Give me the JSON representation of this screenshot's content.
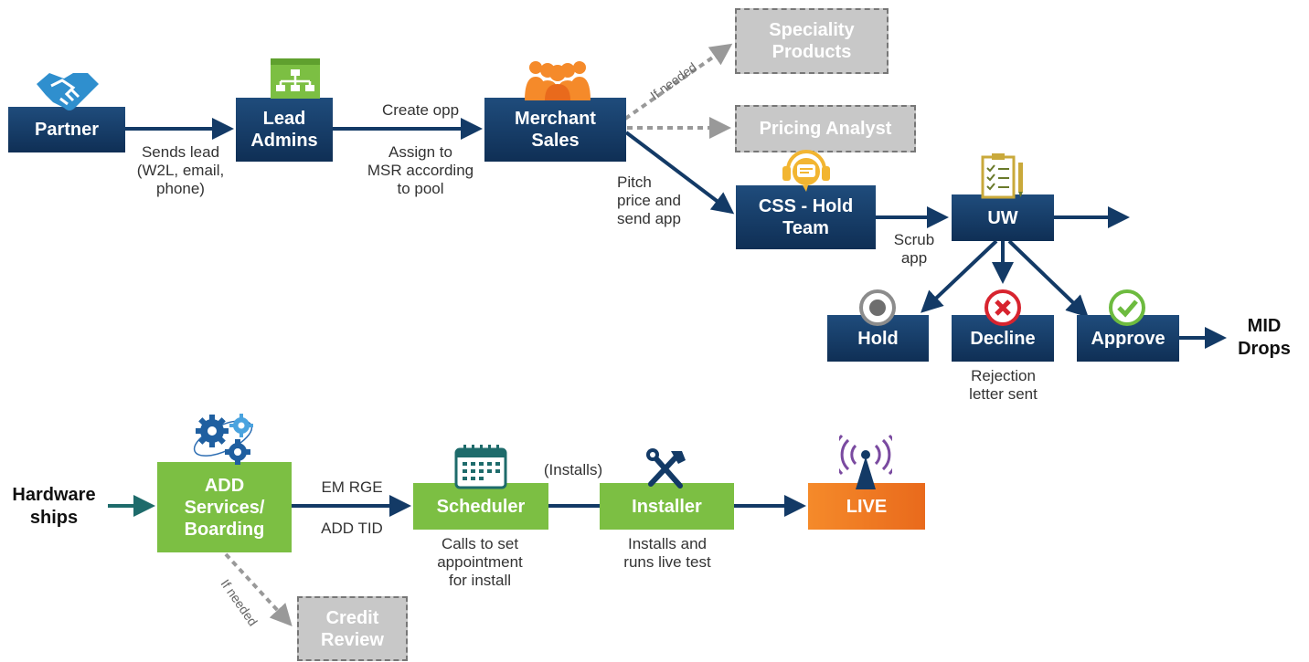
{
  "colors": {
    "navy": "#133a66",
    "green": "#7cbf43",
    "orange": "#f07a22",
    "gray": "#c8c8c8",
    "teal": "#1e6b6b",
    "icon_blue": "#2f8fce"
  },
  "nodes": {
    "partner": "Partner",
    "lead_admins": "Lead\nAdmins",
    "merchant_sales": "Merchant\nSales",
    "speciality_products": "Speciality\nProducts",
    "pricing_analyst": "Pricing Analyst",
    "css_hold_team": "CSS - Hold\nTeam",
    "uw": "UW",
    "hold": "Hold",
    "decline": "Decline",
    "approve": "Approve",
    "mid_drops": "MID\nDrops",
    "hardware_ships": "Hardware\nships",
    "add_services": "ADD\nServices/\nBoarding",
    "scheduler": "Scheduler",
    "installer": "Installer",
    "live": "LIVE",
    "credit_review": "Credit\nReview"
  },
  "labels": {
    "sends_lead": "Sends lead\n(W2L, email,\nphone)",
    "create_opp": "Create opp",
    "assign_msr": "Assign to\nMSR according\nto pool",
    "if_needed_top": "If needed",
    "pitch": "Pitch\nprice and\nsend app",
    "scrub": "Scrub\napp",
    "rejection": "Rejection\nletter sent",
    "em_rge": "EM RGE",
    "add_tid": "ADD TID",
    "calls": "Calls to set\nappointment\nfor install",
    "installs": "(Installs)",
    "installs_runs": "Installs and\nruns live test",
    "if_needed_bottom": "If needed"
  },
  "icons": [
    "handshake-icon",
    "sitemap-icon",
    "team-icon",
    "headset-icon",
    "checklist-icon",
    "hold-radio-icon",
    "decline-x-icon",
    "approve-check-icon",
    "gears-icon",
    "calendar-icon",
    "tools-icon",
    "antenna-icon"
  ]
}
